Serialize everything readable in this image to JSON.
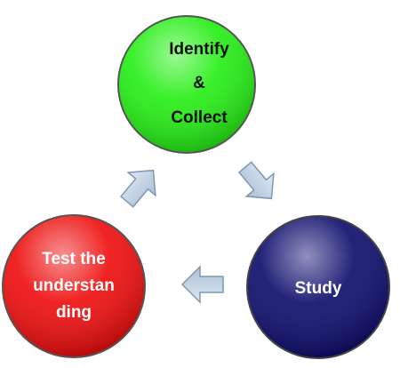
{
  "diagram": {
    "nodes": [
      {
        "id": "identify",
        "lines": [
          "Identify",
          "&",
          "Collect"
        ],
        "fill": "#22ee11",
        "text_color": "#111111"
      },
      {
        "id": "study",
        "lines": [
          "Study"
        ],
        "fill": "#0a0a6b",
        "text_color": "#ffffff"
      },
      {
        "id": "test",
        "lines": [
          "Test the",
          "understan",
          "ding"
        ],
        "fill": "#ee0a0a",
        "text_color": "#ffffff"
      }
    ],
    "arrow_color": "#b9cde0",
    "flow": [
      "identify",
      "study",
      "test"
    ]
  }
}
